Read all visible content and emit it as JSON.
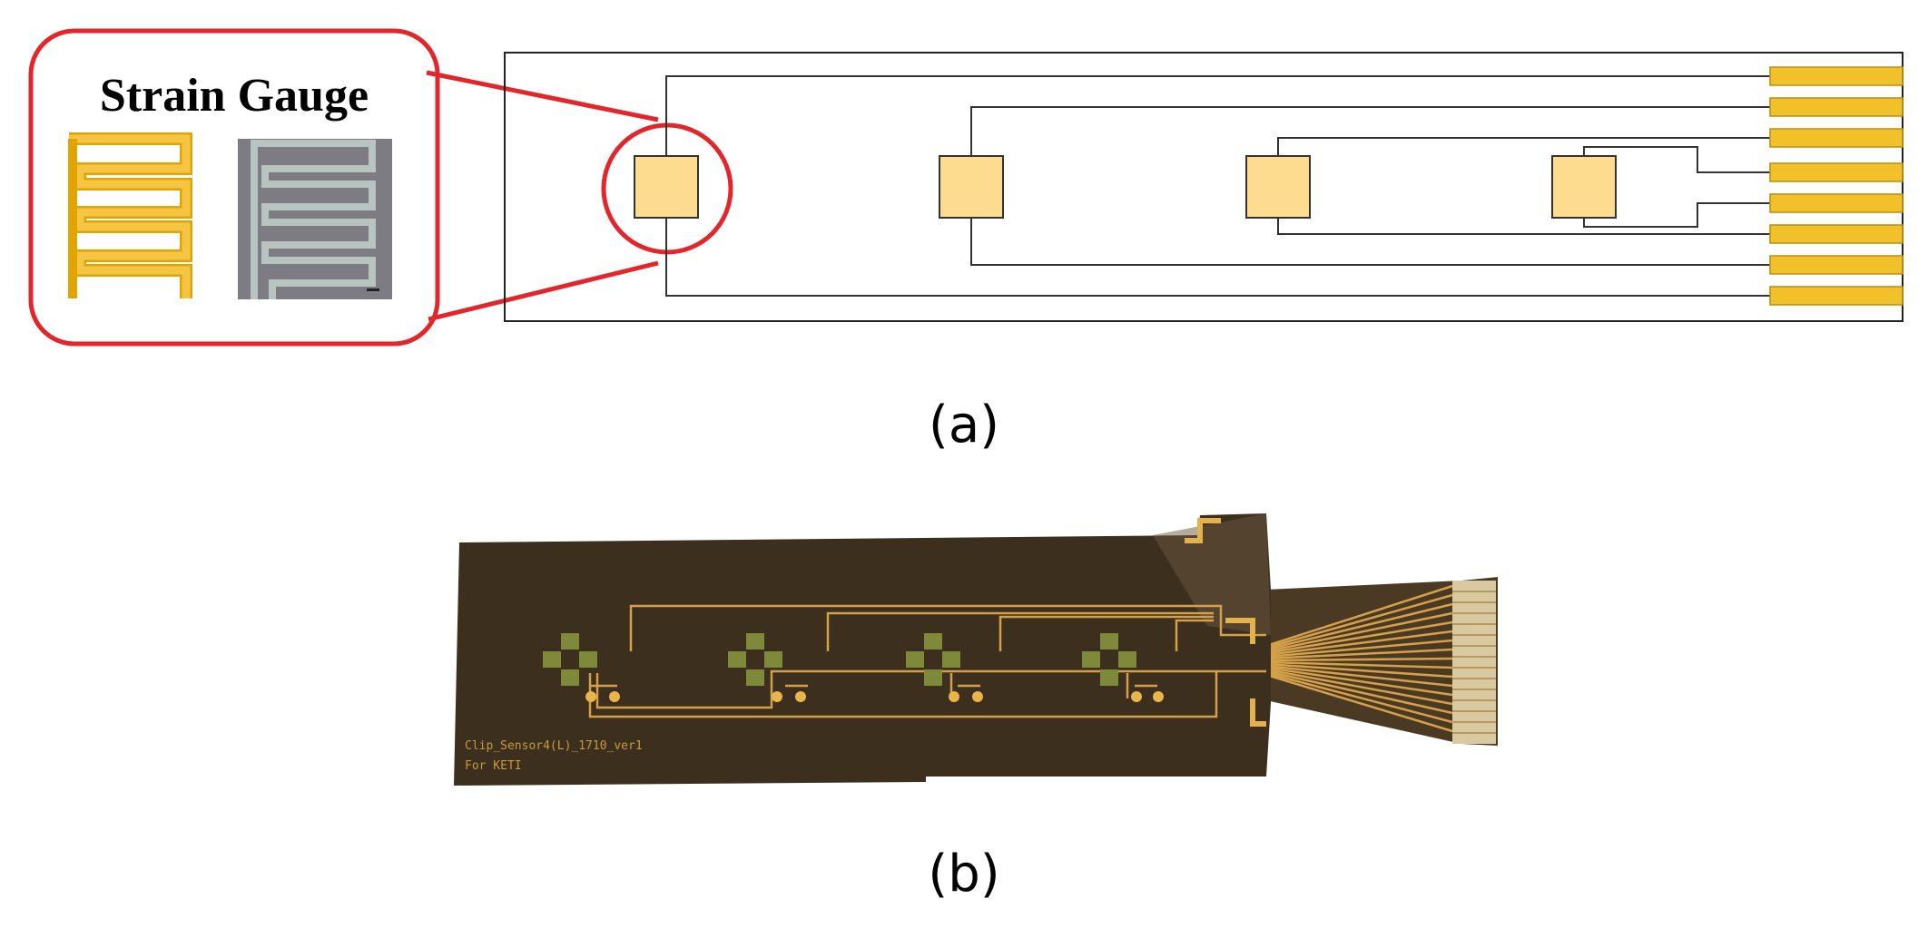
{
  "panel_a": {
    "caption": "(a)",
    "inset_title": "Strain Gauge",
    "gauge_count": 4,
    "connector_pad_count": 8
  },
  "panel_b": {
    "caption": "(b)",
    "pcb_label_line1": "Clip_Sensor4(L)_1710_ver1",
    "pcb_label_line2": "For KETI"
  },
  "colors": {
    "callout_red": "#e3262b",
    "gauge_fill": "#fddc8f",
    "pad_gold": "#f2c028",
    "pcb_background": "#3c2f1e",
    "pcb_trace": "#d5a04a",
    "pcb_green": "#7e8a3a",
    "trace_line": "#333333"
  }
}
